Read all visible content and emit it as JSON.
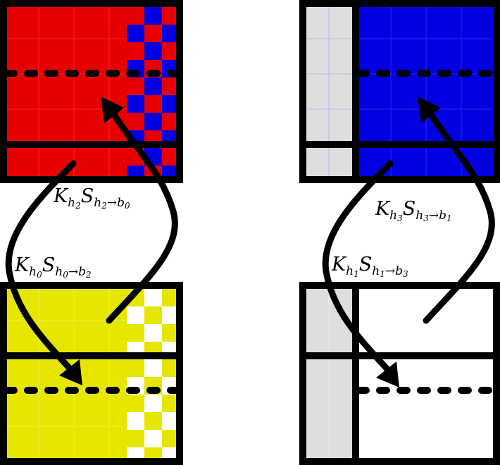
{
  "colors": {
    "red": "#e60000",
    "blue": "#0000e0",
    "yellow": "#e6e600",
    "white": "#ffffff",
    "gray": "#dedede",
    "black": "#000000"
  },
  "blocks": [
    {
      "id": "top-left",
      "fill": "red",
      "checker_alt": "blue",
      "has_checker": true,
      "has_gray_column": false
    },
    {
      "id": "top-right",
      "fill": "blue",
      "has_checker": false,
      "has_gray_column": true
    },
    {
      "id": "bottom-left",
      "fill": "yellow",
      "checker_alt": "white",
      "has_checker": true,
      "has_gray_column": false
    },
    {
      "id": "bottom-right",
      "fill": "white",
      "has_checker": false,
      "has_gray_column": true
    }
  ],
  "labels": {
    "l1": {
      "K": "K",
      "h": "h",
      "hsub": "2",
      "S": "S",
      "arrow": "→",
      "b": "b",
      "bsub": "0"
    },
    "l2": {
      "K": "K",
      "h": "h",
      "hsub": "0",
      "S": "S",
      "arrow": "→",
      "b": "b",
      "bsub": "2"
    },
    "l3": {
      "K": "K",
      "h": "h",
      "hsub": "3",
      "S": "S",
      "arrow": "→",
      "b": "b",
      "bsub": "1"
    },
    "l4": {
      "K": "K",
      "h": "h",
      "hsub": "1",
      "S": "S",
      "arrow": "→",
      "b": "b",
      "bsub": "3"
    }
  },
  "label_text": {
    "l1": "K_{h_2} S_{h_2→b_0}",
    "l2": "K_{h_0} S_{h_0→b_2}",
    "l3": "K_{h_3} S_{h_3→b_1}",
    "l4": "K_{h_1} S_{h_1→b_3}"
  }
}
